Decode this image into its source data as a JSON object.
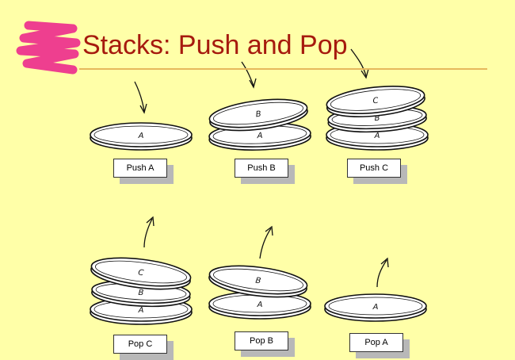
{
  "title": "Stacks: Push and Pop",
  "colors": {
    "background": "#FFFFA8",
    "title": "#A61A0E",
    "rule": "#E6B85C",
    "highlighter": "#EE3F8F"
  },
  "steps": [
    {
      "operation": "Push A",
      "plates": [
        "A"
      ],
      "arrow": "down"
    },
    {
      "operation": "Push B",
      "plates": [
        "A",
        "B"
      ],
      "arrow": "down"
    },
    {
      "operation": "Push C",
      "plates": [
        "A",
        "B",
        "C"
      ],
      "arrow": "down"
    },
    {
      "operation": "Pop C",
      "plates": [
        "A",
        "B",
        "C"
      ],
      "arrow": "up"
    },
    {
      "operation": "Pop B",
      "plates": [
        "A",
        "B"
      ],
      "arrow": "up"
    },
    {
      "operation": "Pop A",
      "plates": [
        "A"
      ],
      "arrow": "up"
    }
  ]
}
